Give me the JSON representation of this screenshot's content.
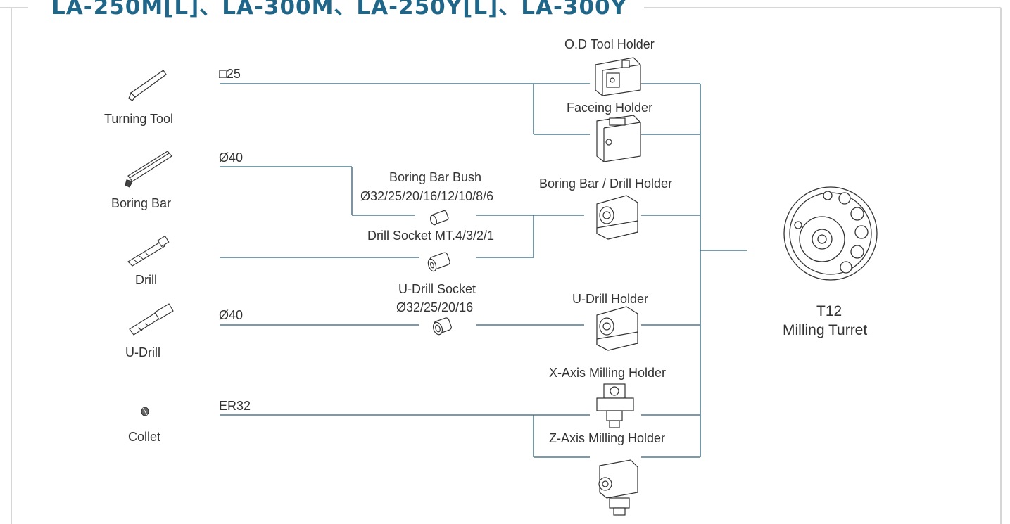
{
  "title": "LA-250M[L]、LA-300M、LA-250Y[L]、LA-300Y",
  "colors": {
    "line": "#2e5f78",
    "title": "#1f6688",
    "frame": "#c8c8c8",
    "text": "#333333"
  },
  "tools": {
    "turning": "Turning Tool",
    "boring": "Boring Bar",
    "drill": "Drill",
    "udrill": "U-Drill",
    "collet": "Collet"
  },
  "sizes": {
    "sq25": "□25",
    "d40_boring": "Ø40",
    "d40_udrill": "Ø40",
    "er32": "ER32"
  },
  "mid": {
    "bush_title": "Boring Bar Bush",
    "bush_sizes": "Ø32/25/20/16/12/10/8/6",
    "drill_socket": "Drill Socket MT.4/3/2/1",
    "udrill_socket": "U-Drill Socket",
    "udrill_socket_sizes": "Ø32/25/20/16"
  },
  "holders": {
    "od": "O.D Tool Holder",
    "facing": "Faceing Holder",
    "boring": "Boring Bar / Drill Holder",
    "udrill": "U-Drill Holder",
    "x_mill": "X-Axis Milling Holder",
    "z_mill": "Z-Axis Milling Holder"
  },
  "turret": {
    "line1": "T12",
    "line2": "Milling Turret"
  }
}
